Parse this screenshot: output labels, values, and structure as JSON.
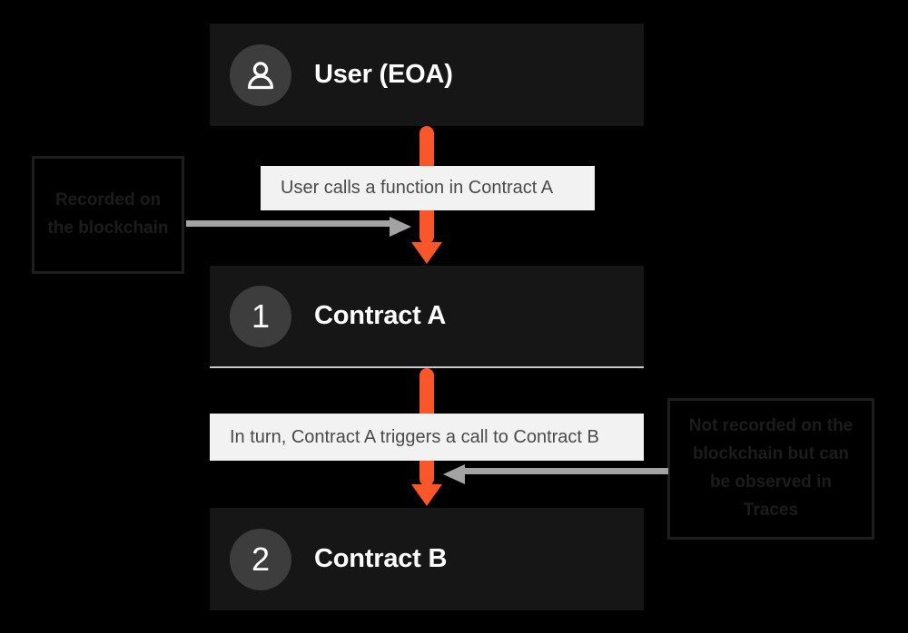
{
  "diagram": {
    "title": "Contract call flow",
    "background_color": "#000000",
    "accent_color": "#f9562a",
    "node_color": "#161616",
    "chip_color": "#f2f2f2",
    "gray_arrow_color": "#a3a3a3",
    "nodes": [
      {
        "id": "user",
        "badge_type": "person-icon",
        "badge": "",
        "label": "User (EOA)"
      },
      {
        "id": "contract-a",
        "badge_type": "number",
        "badge": "1",
        "label": "Contract A"
      },
      {
        "id": "contract-b",
        "badge_type": "number",
        "badge": "2",
        "label": "Contract B"
      }
    ],
    "captions": [
      {
        "id": "caption-1",
        "text": "User calls a function in Contract A"
      },
      {
        "id": "caption-2",
        "text": "In turn, Contract A triggers a call to Contract B"
      }
    ],
    "annotations": [
      {
        "id": "annotation-left",
        "text": "Recorded on the blockchain"
      },
      {
        "id": "annotation-right",
        "text": "Not recorded on the blockchain but can be observed in Traces"
      }
    ]
  }
}
